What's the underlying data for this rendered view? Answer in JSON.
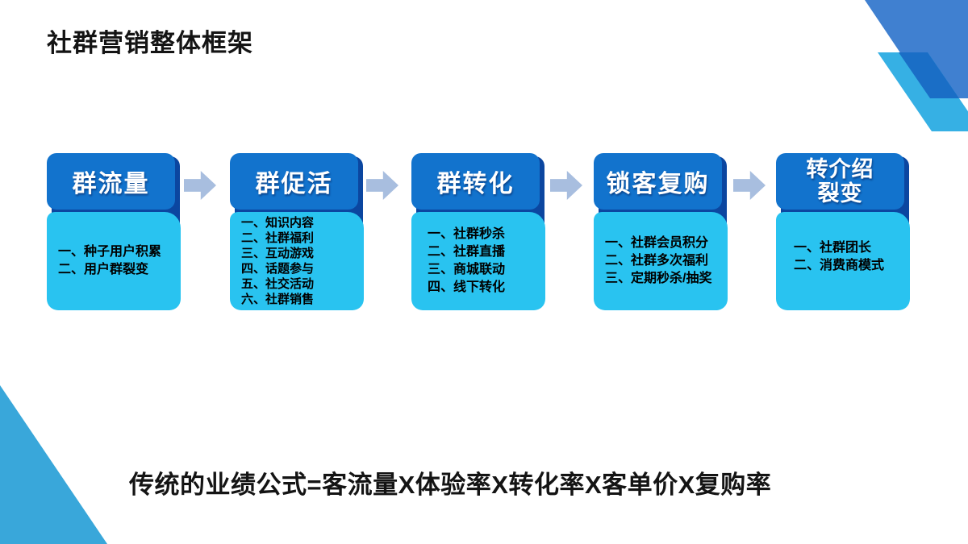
{
  "slide": {
    "title": "社群营销整体框架",
    "formula": "传统的业绩公式=客流量X体验率X转化率X客单价X复购率"
  },
  "colors": {
    "header_blue": "#1273cd",
    "body_cyan": "#29c3f0",
    "shadow_navy": "#0b46a0",
    "arrow_blue": "#a8bedf",
    "deco_big": "#4080d0",
    "deco_light": "#36b0e4",
    "deco_overlap": "#1a6ec6",
    "deco_triangle": "#39a7da",
    "text_black": "#141414"
  },
  "flow": {
    "stages": [
      {
        "title": "群流量",
        "items": [
          "一、种子用户积累",
          "二、用户群裂变"
        ]
      },
      {
        "title": "群促活",
        "items": [
          "一、知识内容",
          "二、社群福利",
          "三、互动游戏",
          "四、话题参与",
          "五、社交活动",
          "六、社群销售"
        ]
      },
      {
        "title": "群转化",
        "items": [
          "一、社群秒杀",
          "二、社群直播",
          "三、商城联动",
          "四、线下转化"
        ]
      },
      {
        "title": "锁客复购",
        "items": [
          "一、社群会员积分",
          "二、社群多次福利",
          "三、定期秒杀/抽奖"
        ]
      },
      {
        "title": "转介绍裂变",
        "title_lines": [
          "转介绍",
          "裂变"
        ],
        "items": [
          "一、社群团长",
          "二、消费商模式"
        ]
      }
    ]
  }
}
